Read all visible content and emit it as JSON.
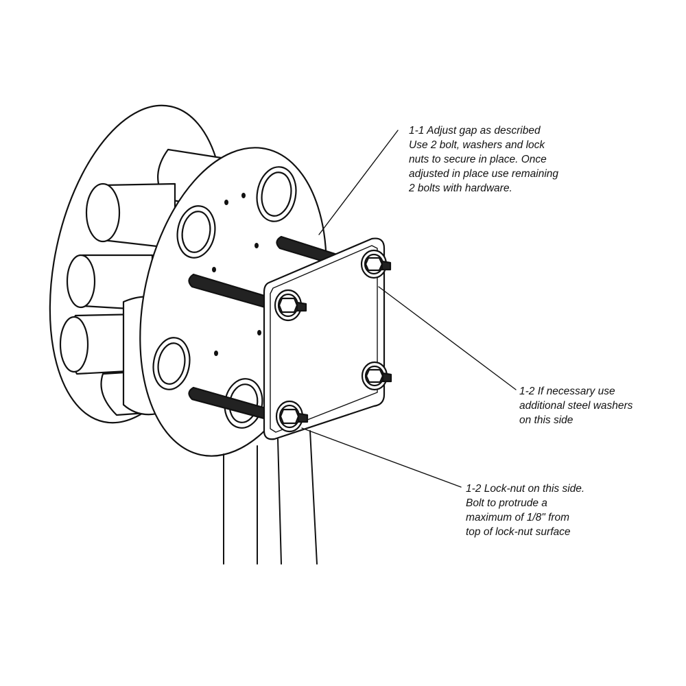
{
  "annotations": {
    "adjust_gap": {
      "lines": [
        "1-1 Adjust gap as described",
        "Use 2 bolt, washers and lock",
        "nuts to secure in place. Once",
        "adjusted in place use remaining",
        "2 bolts with hardware."
      ]
    },
    "steel_washers": {
      "lines": [
        "1-2 If necessary use",
        "additional steel washers",
        "on this side"
      ]
    },
    "lock_nut": {
      "lines": [
        "1-2 Lock-nut on this side.",
        "Bolt to protrude a",
        "maximum of 1/8\" from",
        "top of lock-nut surface"
      ]
    }
  },
  "colors": {
    "line": "#111111",
    "background": "#ffffff"
  }
}
